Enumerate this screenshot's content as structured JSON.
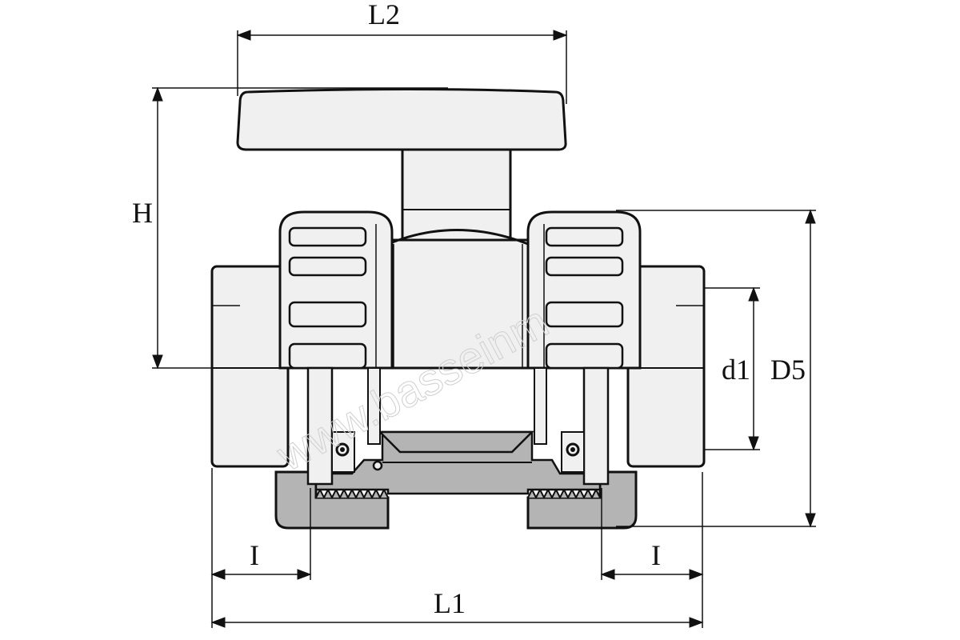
{
  "dimensions": {
    "L2": "L2",
    "H": "H",
    "d1": "d1",
    "D5": "D5",
    "I_left": "I",
    "I_right": "I",
    "L1": "L1"
  },
  "watermark": "www.basseinm",
  "colors": {
    "outline": "#111111",
    "light_fill": "#f0f0f0",
    "section_fill": "#b4b4b4",
    "background": "#ffffff"
  }
}
